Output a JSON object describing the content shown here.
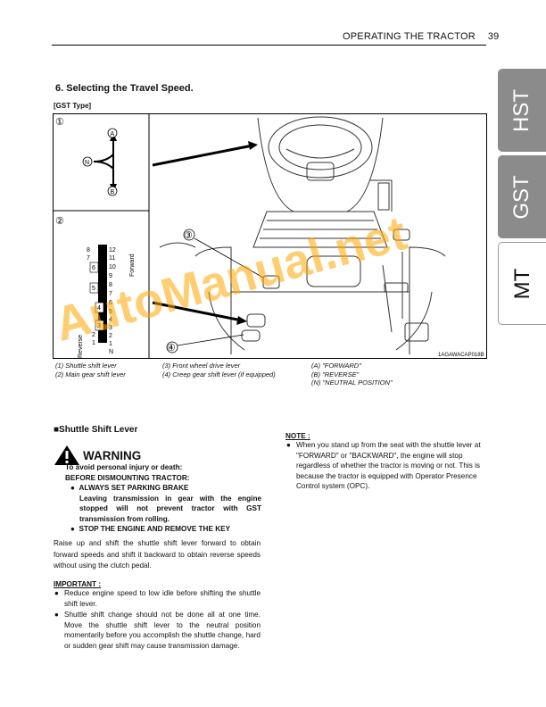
{
  "header": {
    "title": "OPERATING THE TRACTOR",
    "page_number": "39"
  },
  "side_tabs": [
    {
      "label": "HST",
      "active": false
    },
    {
      "label": "GST",
      "active": false
    },
    {
      "label": "MT",
      "active": true
    }
  ],
  "section": {
    "title": "6.  Selecting the Travel Speed.",
    "subtitle": "[GST Type]"
  },
  "figure": {
    "diagram1_number": "①",
    "diagram2_number": "②",
    "shift_pattern": {
      "forward": "A",
      "neutral": "N",
      "reverse": "B"
    },
    "gate_numbers": [
      "8",
      "7",
      "6",
      "5",
      "4",
      "3",
      "2",
      "1"
    ],
    "gear_numbers": [
      "12",
      "11",
      "10",
      "9",
      "8",
      "7",
      "6",
      "5",
      "4",
      "3",
      "2",
      "1",
      "N"
    ],
    "forward_label": "Forward",
    "reverse_label": "Reverse",
    "callout_3": "③",
    "callout_4": "④",
    "code": "1AGAWACAP018B"
  },
  "captions": {
    "c1": "(1) Shuttle shift lever",
    "c2": "(2) Main gear shift lever",
    "c3": "(3) Front wheel drive lever",
    "c4": "(4) Creep gear shift lever (if equipped)",
    "ca": "(A) \"FORWARD\"",
    "cb": "(B) \"REVERSE\"",
    "cn": "(N) \"NEUTRAL POSITION\""
  },
  "shuttle": {
    "heading": "■Shuttle Shift Lever",
    "warning_title": "WARNING",
    "warning_lines": {
      "l1": "To avoid personal injury or death:",
      "l2": "BEFORE DISMOUNTING TRACTOR:",
      "l3": "ALWAYS SET PARKING BRAKE",
      "l4": "Leaving transmission in gear with the engine stopped will not prevent tractor with GST transmission from rolling.",
      "l5": "STOP THE ENGINE AND REMOVE THE KEY"
    },
    "body": "Raise up and shift the shuttle shift lever forward to obtain forward speeds and shift it backward to obtain reverse speeds without using the clutch pedal.",
    "important_heading": "IMPORTANT :",
    "important_items": {
      "i1": "Reduce engine speed to low idle before shifting the shuttle shift lever.",
      "i2": "Shuttle shift change should not be done all at one time. Move the shuttle shift lever to the neutral position momentarily before you accomplish the shuttle change, hard or sudden gear shift may cause transmission damage."
    }
  },
  "note": {
    "heading": "NOTE :",
    "item": "When you stand up from the seat with the shuttle lever at \"FORWARD\" or \"BACKWARD\", the engine will stop regardless of whether the tractor is moving or not. This is because the tractor is equipped with Operator Presence Control system (OPC)."
  },
  "watermark": "AutoManual.net",
  "colors": {
    "tab_gray": "#8b8b8b",
    "watermark": "#ffa500"
  }
}
